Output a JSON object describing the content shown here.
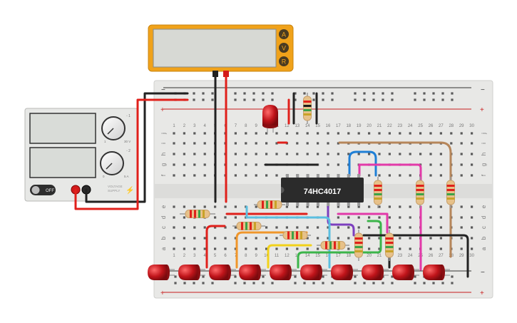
{
  "multimeter": {
    "mode_buttons": [
      "A",
      "V",
      "R"
    ],
    "body_color": "#f0a21a",
    "screen_color": "#d7d9d4"
  },
  "power_supply": {
    "off_label": "OFF",
    "voltage_label": "VOLTAGE",
    "supply_label": "SUPPLY",
    "knob1_labels": [
      "1",
      "30 V"
    ],
    "knob2_labels": [
      "0",
      "5 A"
    ],
    "screen_color": "#d9dcd8"
  },
  "breadboard": {
    "rail_minus": "−",
    "rail_plus": "+",
    "row_letters_top": [
      "j",
      "i",
      "h",
      "g",
      "f"
    ],
    "row_letters_bottom": [
      "e",
      "d",
      "c",
      "b",
      "a"
    ],
    "column_numbers_top": [
      "1",
      "2",
      "3",
      "4",
      "5",
      "6",
      "7",
      "8",
      "9",
      "10",
      "11",
      "12",
      "13",
      "14",
      "15",
      "16",
      "17",
      "18",
      "19",
      "20",
      "21",
      "22",
      "23",
      "24",
      "25",
      "26",
      "27",
      "28",
      "29",
      "30"
    ],
    "column_numbers_bottom": [
      "1",
      "2",
      "3",
      "4",
      "5",
      "6",
      "7",
      "8",
      "9",
      "10",
      "11",
      "12",
      "13",
      "14",
      "15",
      "16",
      "17",
      "18",
      "19",
      "20",
      "21",
      "22",
      "23",
      "24",
      "25",
      "26",
      "27",
      "28",
      "29",
      "30"
    ]
  },
  "ic": {
    "label": "74HC4017"
  },
  "colors": {
    "wire_black": "#222222",
    "wire_red": "#e0201b",
    "led_red": "#c0141a",
    "board": "#e8e8e6"
  }
}
